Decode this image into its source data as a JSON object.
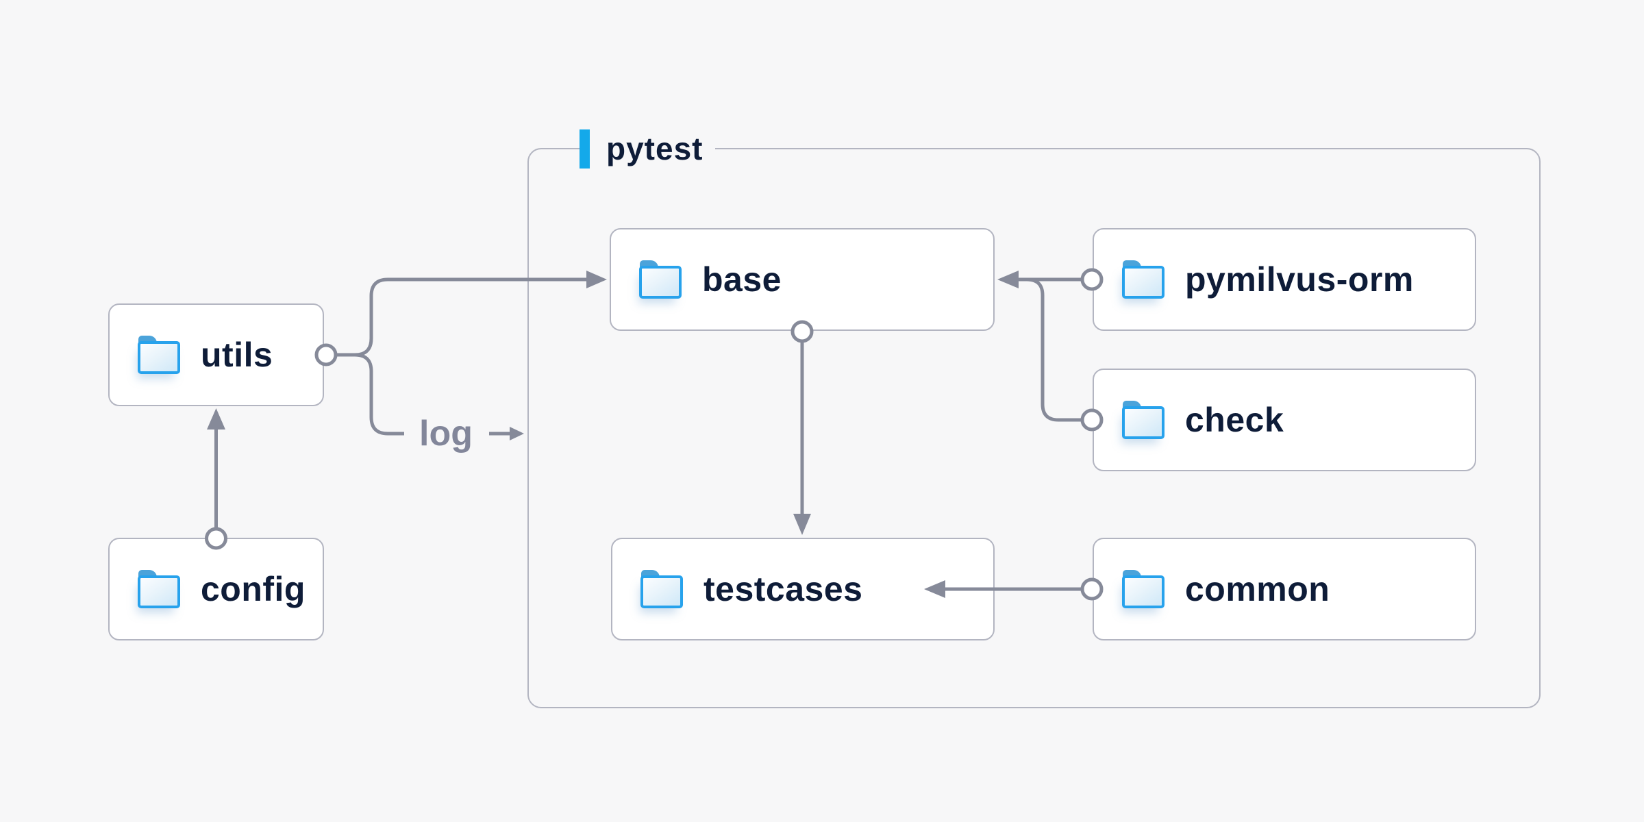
{
  "diagram": {
    "title_group": {
      "label": "pytest"
    },
    "nodes": [
      {
        "id": "utils",
        "label": "utils",
        "icon": "folder-icon"
      },
      {
        "id": "config",
        "label": "config",
        "icon": "folder-icon"
      },
      {
        "id": "base",
        "label": "base",
        "icon": "folder-icon"
      },
      {
        "id": "testcases",
        "label": "testcases",
        "icon": "folder-icon"
      },
      {
        "id": "pymilvus-orm",
        "label": "pymilvus-orm",
        "icon": "folder-icon"
      },
      {
        "id": "check",
        "label": "check",
        "icon": "folder-icon"
      },
      {
        "id": "common",
        "label": "common",
        "icon": "folder-icon"
      }
    ],
    "edges": [
      {
        "from": "config",
        "to": "utils",
        "style": "arrow"
      },
      {
        "from": "utils",
        "to": "base",
        "style": "arrow"
      },
      {
        "from": "utils",
        "to": "log",
        "style": "labeled-arrow",
        "label": "log"
      },
      {
        "from": "pymilvus-orm",
        "to": "base",
        "style": "arrow"
      },
      {
        "from": "check",
        "to": "base",
        "style": "arrow-merge"
      },
      {
        "from": "base",
        "to": "testcases",
        "style": "arrow"
      },
      {
        "from": "common",
        "to": "testcases",
        "style": "arrow"
      }
    ],
    "edge_labels": {
      "log": "log"
    },
    "colors": {
      "background": "#f7f7f8",
      "node_fill": "#ffffff",
      "node_border": "#b3b5c1",
      "node_text": "#0e1c38",
      "group_border": "#b3b5c1",
      "accent": "#14a9ea",
      "connector": "#868a99",
      "edge_label_text": "#82869a",
      "folder_border": "#27a2ec",
      "folder_tab": "#4ba3da"
    }
  }
}
